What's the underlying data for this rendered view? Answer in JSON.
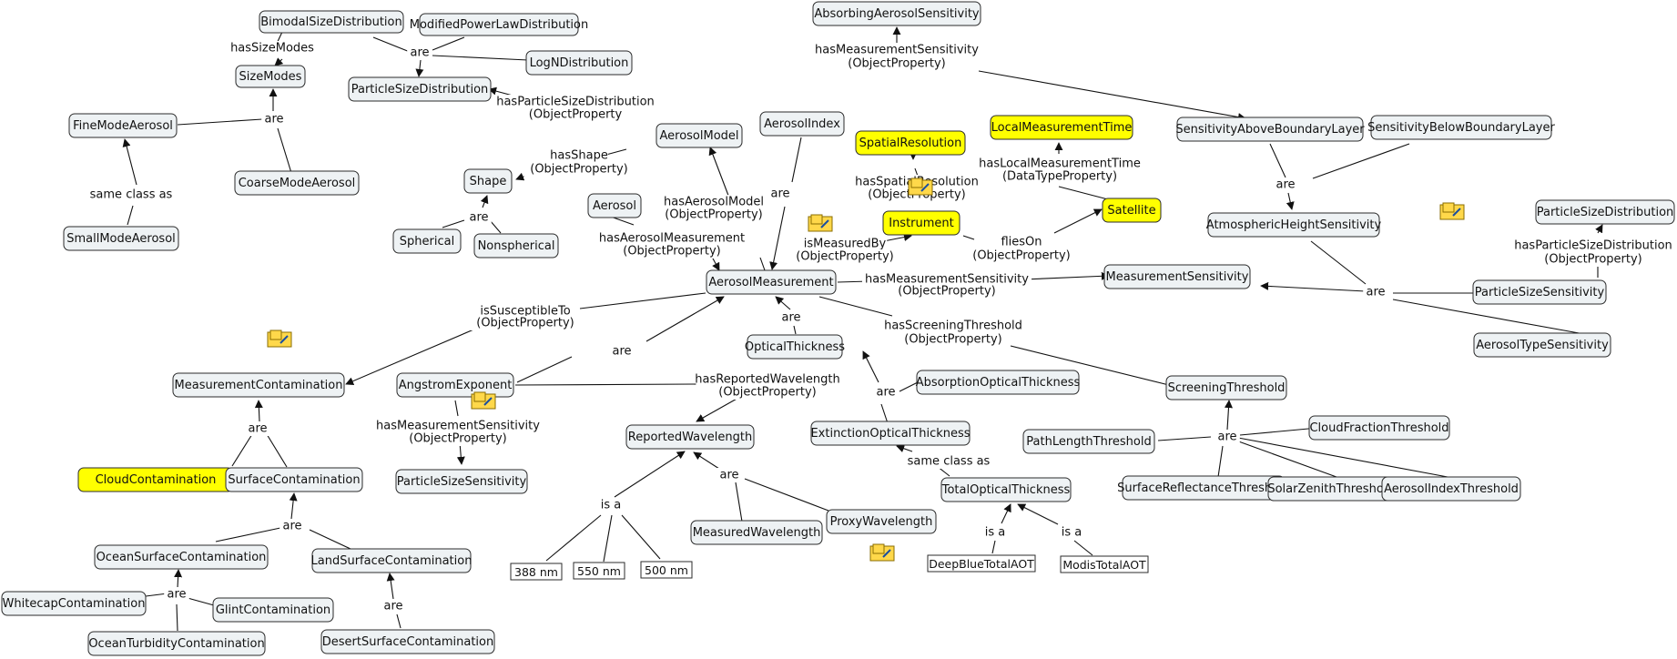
{
  "nodes": {
    "bimodal": "BimodalSizeDistribution",
    "modpower": "ModifiedPowerLawDistribution",
    "lognd": "LogNDistribution",
    "psd_top": "ParticleSizeDistribution",
    "sizemodes": "SizeModes",
    "finemode": "FineModeAerosol",
    "coarsemode": "CoarseModeAerosol",
    "smallmode": "SmallModeAerosol",
    "absorbsens": "AbsorbingAerosolSensitivity",
    "aerosolindex": "AerosolIndex",
    "aerosolmodel": "AerosolModel",
    "shape": "Shape",
    "spherical": "Spherical",
    "nonspherical": "Nonspherical",
    "aerosol": "Aerosol",
    "spatialres": "SpatialResolution",
    "localtime": "LocalMeasurementTime",
    "instrument": "Instrument",
    "satellite": "Satellite",
    "sensabove": "SensitivityAboveBoundaryLayer",
    "sensbelow": "SensitivityBelowBoundaryLayer",
    "atmheight": "AtmosphericHeightSensitivity",
    "psd_right": "ParticleSizeDistribution",
    "aerosolmeas": "AerosolMeasurement",
    "meassens": "MeasurementSensitivity",
    "partsizesens_r": "ParticleSizeSensitivity",
    "aerosoltypesens": "AerosolTypeSensitivity",
    "meascont": "MeasurementContamination",
    "angstrom": "AngstromExponent",
    "opticalthick": "OpticalThickness",
    "absopt": "AbsorptionOpticalThickness",
    "extopt": "ExtinctionOpticalThickness",
    "screening": "ScreeningThreshold",
    "pathlength": "PathLengthThreshold",
    "cloudfrac": "CloudFractionThreshold",
    "surfrefl": "SurfaceReflectanceThreshold",
    "solarzen": "SolarZenithThreshold",
    "aiThresh": "AerosolIndexThreshold",
    "cloudcont": "CloudContamination",
    "surfcont": "SurfaceContamination",
    "partsizesens_l": "ParticleSizeSensitivity",
    "reportedwl": "ReportedWavelength",
    "totalopt": "TotalOpticalThickness",
    "measuredwl": "MeasuredWavelength",
    "proxywl": "ProxyWavelength",
    "oceansurf": "OceanSurfaceContamination",
    "landsurf": "LandSurfaceContamination",
    "whitecap": "WhitecapContamination",
    "glint": "GlintContamination",
    "oceanturb": "OceanTurbidityContamination",
    "desertsurf": "DesertSurfaceContamination",
    "nm388": "388 nm",
    "nm550": "550 nm",
    "nm500": "500 nm",
    "deepblue": "DeepBlueTotalAOT",
    "modis": "ModisTotalAOT"
  },
  "labels": {
    "hasSizeModes": "hasSizeModes",
    "are_psd": "are",
    "hasPSD_1": "hasParticleSizeDistribution",
    "hasPSD_2": "(ObjectProperty",
    "are_sizemodes": "are",
    "sameclass_1": "same class as",
    "hasShape_1": "hasShape",
    "hasShape_2": "(ObjectProperty)",
    "are_shape": "are",
    "hasMeasSens_top_1": "hasMeasurementSensitivity",
    "hasMeasSens_top_2": "(ObjectProperty)",
    "are_aerosolindex": "are",
    "hasAerosolModel_1": "hasAerosolModel",
    "hasAerosolModel_2": "(ObjectProperty)",
    "hasAerosolMeas_1": "hasAerosolMeasurement",
    "hasAerosolMeas_2": "(ObjectProperty)",
    "hasSpatialRes_1": "hasSpatialResolution",
    "hasSpatialRes_2": "(ObjectProperty)",
    "hasLocalTime_1": "hasLocalMeasurementTime",
    "hasLocalTime_2": "(DataTypeProperty)",
    "isMeasuredBy_1": "isMeasuredBy",
    "isMeasuredBy_2": "(ObjectProperty)",
    "fliesOn_1": "fliesOn",
    "fliesOn_2": "(ObjectProperty)",
    "are_atm": "are",
    "hasPSD_right_1": "hasParticleSizeDistribution",
    "hasPSD_right_2": "(ObjectProperty)",
    "hasMeasSens_mid_1": "hasMeasurementSensitivity",
    "hasMeasSens_mid_2": "(ObjectProperty)",
    "are_meassens": "are",
    "isSusceptible_1": "isSusceptibleTo",
    "isSusceptible_2": "(ObjectProperty)",
    "are_angstrom": "are",
    "are_optical": "are",
    "hasScreening_1": "hasScreeningThreshold",
    "hasScreening_2": "(ObjectProperty)",
    "hasReportedWL_1": "hasReportedWavelength",
    "hasReportedWL_2": "(ObjectProperty)",
    "hasMeasSens_low_1": "hasMeasurementSensitivity",
    "hasMeasSens_low_2": "(ObjectProperty)",
    "are_opt_children": "are",
    "are_meascont": "are",
    "sameclass_2": "same class as",
    "are_screening": "are",
    "are_reportedwl": "are",
    "isa_wl": "is a",
    "are_surfcont": "are",
    "isa_deepblue": "is a",
    "isa_modis": "is a",
    "are_oceansurf": "are",
    "are_landsurf": "are"
  }
}
